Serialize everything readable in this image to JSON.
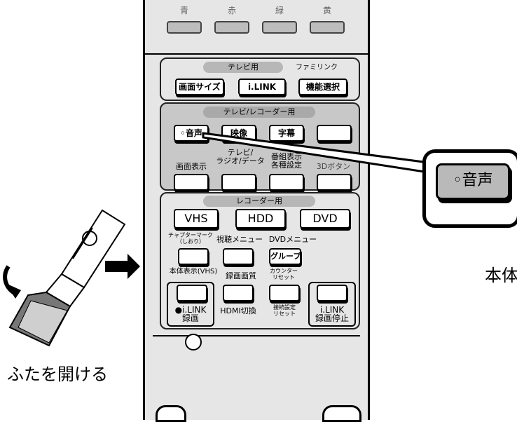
{
  "color_buttons": [
    {
      "label": "青"
    },
    {
      "label": "赤"
    },
    {
      "label": "緑"
    },
    {
      "label": "黄"
    }
  ],
  "tv_panel": {
    "title": "テレビ用",
    "side_label": "ファミリンク",
    "buttons": [
      "画面サイズ",
      "i.LINK",
      "機能選択"
    ]
  },
  "tv_recorder_panel": {
    "title": "テレビ/レコーダー用",
    "row1": [
      "◦音声",
      "映像",
      "字幕",
      ""
    ],
    "row2_labels": [
      "画面表示",
      "テレビ/\nラジオ/データ",
      "番組表示\n各種設定",
      "3Dボタン"
    ]
  },
  "recorder_panel": {
    "title": "レコーダー用",
    "media_buttons": [
      "VHS",
      "HDD",
      "DVD"
    ],
    "row_labels_a": [
      "チャプターマーク\n（しおり）",
      "視聴メニュー",
      "DVDメニュー"
    ],
    "group_button": "グループ",
    "row_labels_b": [
      "本体表示(VHS)",
      "録画画質",
      "カウンター\nリセット"
    ],
    "row_labels_c": [
      "●i.LINK\n録画",
      "HDMI切換",
      "接続設定\nリセット",
      "i.LINK\n録画停止"
    ]
  },
  "callout": {
    "button_label": "◦音声"
  },
  "captions": {
    "open_lid": "ふたを開ける",
    "right_edge": "本体"
  }
}
